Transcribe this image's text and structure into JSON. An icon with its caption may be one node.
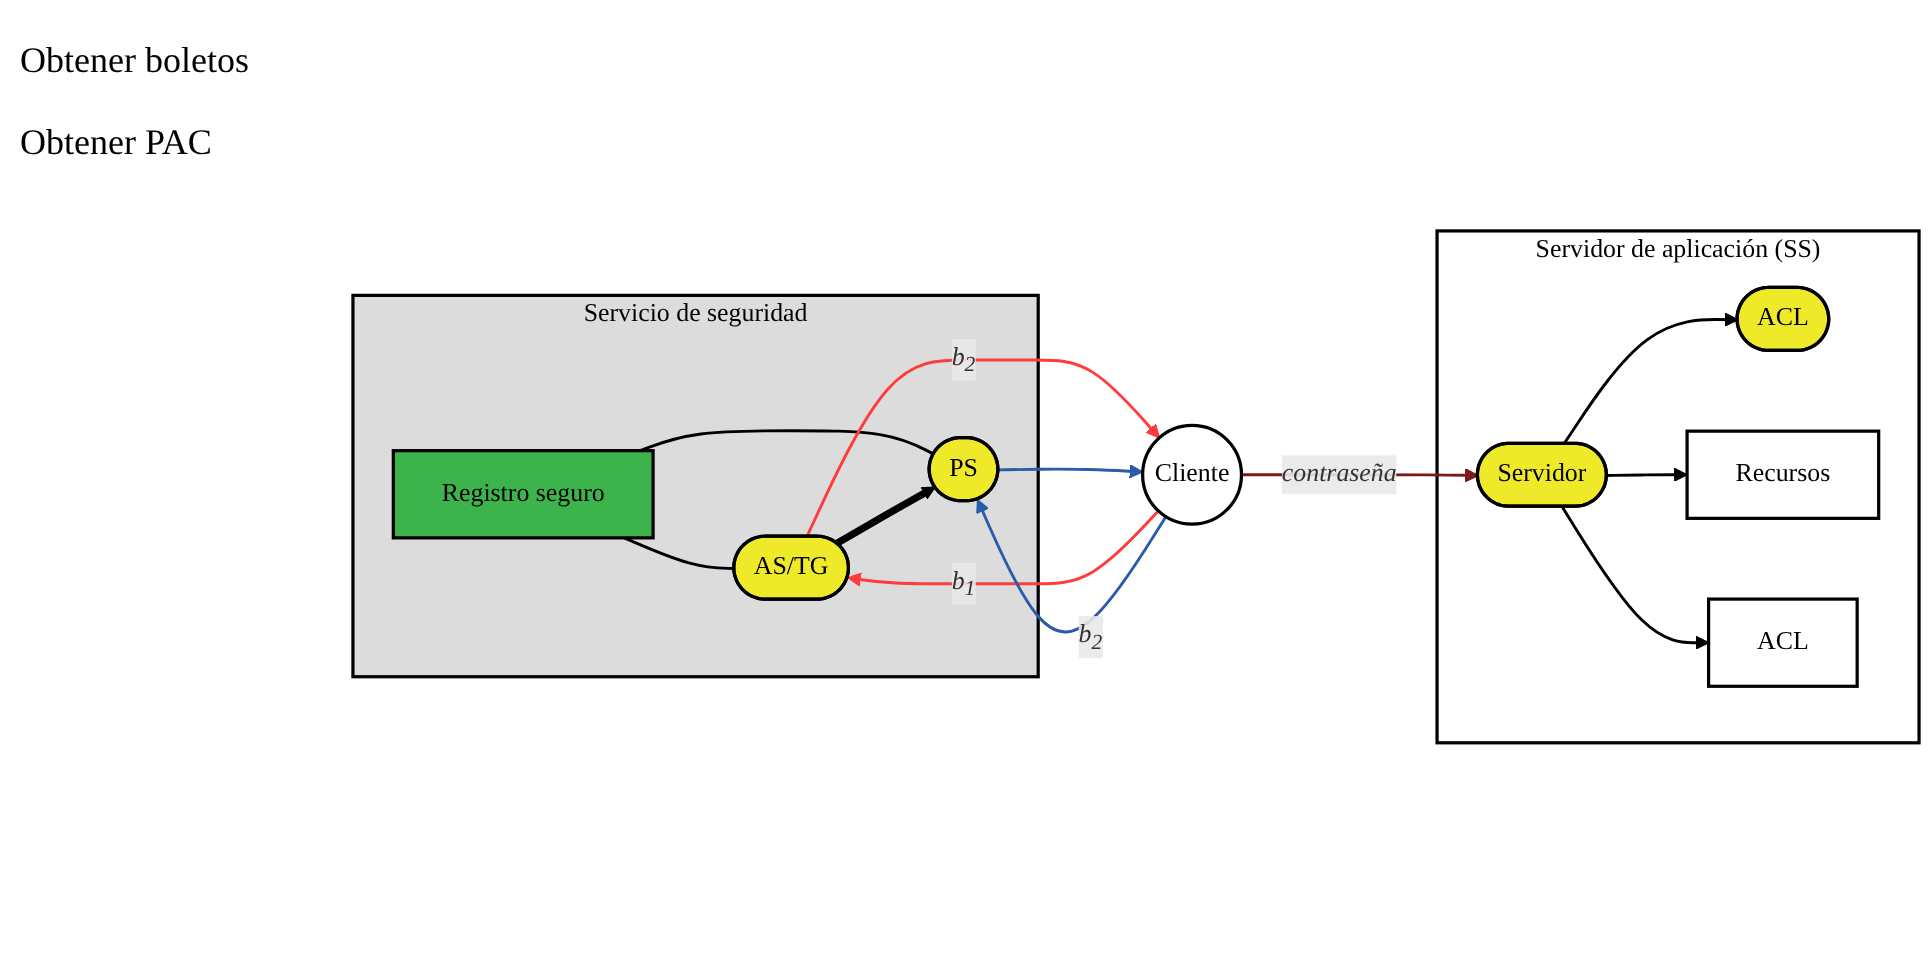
{
  "diagram": {
    "nodes": [
      {
        "text": [
          "Servicio de seguridad"
        ]
      },
      {
        "text": [
          "Registro seguro"
        ],
        "in": 0
      },
      {
        "text": [
          "AS/TG"
        ],
        "in": 0
      },
      {
        "text": [
          "PS"
        ],
        "in": 0
      },
      {
        "text": [
          "Cliente"
        ]
      },
      {
        "text": [
          "Servidor de aplicación (SS)"
        ]
      },
      {
        "text": [
          "Servidor"
        ],
        "in": 5
      },
      {
        "text": [
          "ACL"
        ],
        "in": 5
      },
      {
        "text": [
          "Recursos"
        ],
        "in": 5
      },
      {
        "text": [
          "ACL"
        ],
        "in": 5
      }
    ],
    "edges": [
      {
        "from": 1,
        "to": 2,
        "arrow": "none"
      },
      {
        "from": 1,
        "to": 3,
        "arrow": "none"
      },
      {
        "from": 2,
        "to": 3,
        "arrow": "to",
        "style": "thick"
      },
      {
        "from": 4,
        "to": 2,
        "arrow": "to",
        "label": "b$_{1}$",
        "color": "#ff3b3b"
      },
      {
        "from": 2,
        "to": 4,
        "arrow": "to",
        "label": "b$_{2}$",
        "color": "#ff3b3b"
      },
      {
        "from": 4,
        "to": 3,
        "arrow": "to",
        "label": "b$_{2}$",
        "color": "#2a5caa"
      },
      {
        "from": 3,
        "to": 4,
        "arrow": "to",
        "color": "#2a5caa"
      },
      {
        "from": 4,
        "to": 6,
        "arrow": "to",
        "label": "contraseña",
        "color": "#7a1a1a"
      },
      {
        "from": 6,
        "to": 7,
        "arrow": "to"
      },
      {
        "from": 6,
        "to": 8,
        "arrow": "to"
      },
      {
        "from": 6,
        "to": 9,
        "arrow": "to"
      }
    ],
    "labels": [
      "Obtener boletos",
      "Obtener PAC"
    ]
  }
}
